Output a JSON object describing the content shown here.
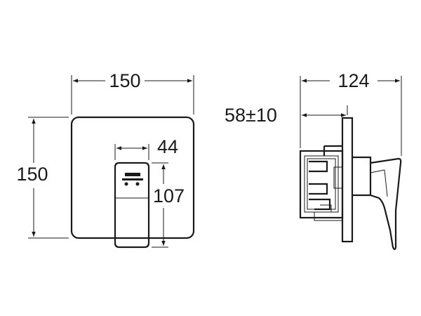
{
  "front_view": {
    "width_label": "150",
    "height_label": "150",
    "lever_width_label": "44",
    "lever_height_label": "107"
  },
  "side_view": {
    "depth_label": "124",
    "install_range_label": "58±10"
  },
  "colors": {
    "ink": "#1a1a1a",
    "background": "#ffffff"
  }
}
